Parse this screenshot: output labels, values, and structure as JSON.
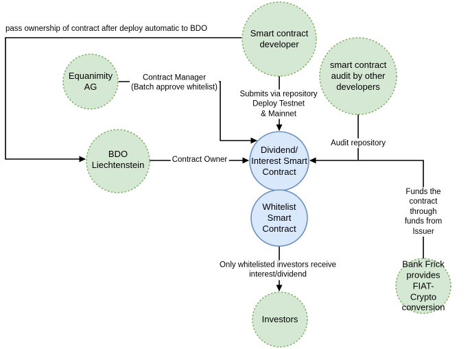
{
  "diagram": {
    "nodes": {
      "developer": {
        "label": "Smart contract\ndeveloper"
      },
      "equanimity": {
        "label": "Equanimity\nAG"
      },
      "audit": {
        "label": "smart contract\naudit by other\ndevelopers"
      },
      "bdo": {
        "label": "BDO\nLiechtenstein"
      },
      "dividend": {
        "label": "Dividend/\nInterest Smart\nContract"
      },
      "whitelist": {
        "label": "Whitelist\nSmart\nContract"
      },
      "bank_frick": {
        "label": "Bank Frick\nprovides FIAT-\nCrypto\nconversion"
      },
      "investors": {
        "label": "Investors"
      }
    },
    "edge_labels": {
      "pass_ownership": "pass ownership of contract after deploy automatic to BDO",
      "contract_manager": "Contract Manager\n(Batch approve whitelist)",
      "contract_owner": "Contract Owner",
      "submits": "Submits via repository\nDeploy Testnet\n& Mainnet",
      "audit_repository": "Audit repository",
      "funds": "Funds the contract through\nfunds from Issuer",
      "only_whitelisted": "Only whitelisted investors receive\ninterest/dividend"
    },
    "colors": {
      "node_green_fill": "#d5e8d4",
      "node_green_border": "#82b366",
      "node_blue_fill": "#dae8fc",
      "node_blue_border": "#6c8ebf",
      "edge": "#000000",
      "background": "#ffffff"
    }
  }
}
